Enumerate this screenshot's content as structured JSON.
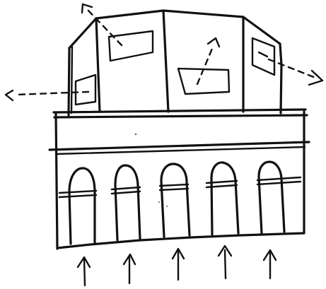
{
  "diagram": {
    "style": "hand-drawn sketch",
    "ink_color": "#111111",
    "background_color": "#ffffff",
    "upper_volume": {
      "facets": 4,
      "windows": 4,
      "outward_dashed_arrows": 4
    },
    "podium": {
      "bands": 2,
      "arches": 5
    },
    "upward_arrows_below": 5
  }
}
